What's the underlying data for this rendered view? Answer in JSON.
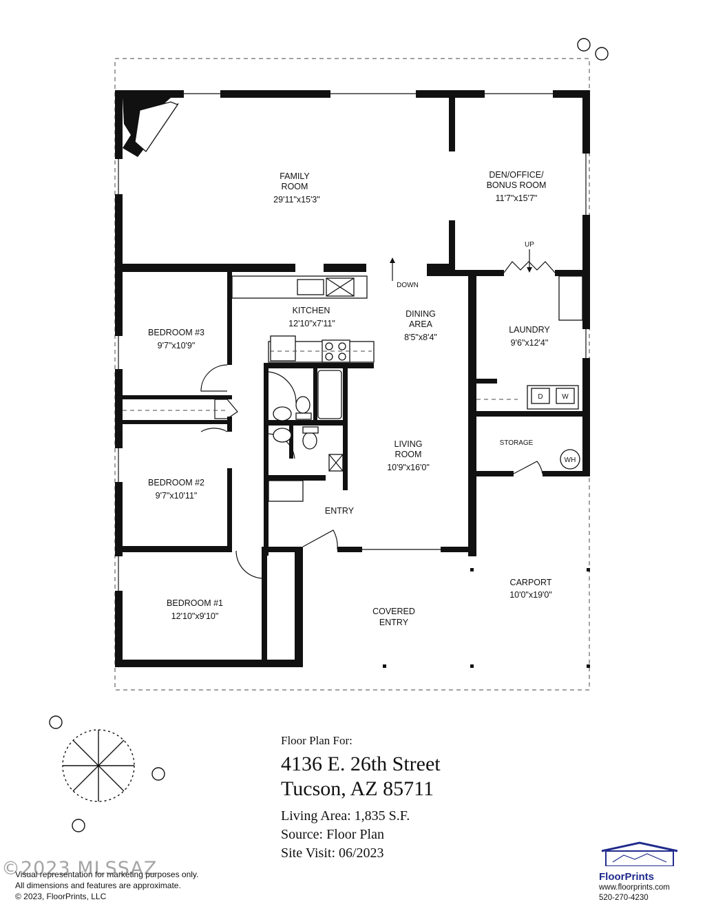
{
  "rooms": {
    "family": {
      "line1": "FAMILY",
      "line2": "ROOM",
      "dims": "29'11\"x15'3\""
    },
    "den": {
      "line1": "DEN/OFFICE/",
      "line2": "BONUS ROOM",
      "dims": "11'7\"x15'7\""
    },
    "kitchen": {
      "line1": "KITCHEN",
      "dims": "12'10\"x7'11\""
    },
    "dining": {
      "line1": "DINING",
      "line2": "AREA",
      "dims": "8'5\"x8'4\""
    },
    "laundry": {
      "line1": "LAUNDRY",
      "dims": "9'6\"x12'4\""
    },
    "bedroom3": {
      "line1": "BEDROOM #3",
      "dims": "9'7\"x10'9\""
    },
    "bedroom2": {
      "line1": "BEDROOM #2",
      "dims": "9'7\"x10'11\""
    },
    "bedroom1": {
      "line1": "BEDROOM #1",
      "dims": "12'10\"x9'10\""
    },
    "living": {
      "line1": "LIVING",
      "line2": "ROOM",
      "dims": "10'9\"x16'0\""
    },
    "storage": {
      "line1": "STORAGE"
    },
    "entry": {
      "line1": "ENTRY"
    },
    "covered_entry": {
      "line1": "COVERED",
      "line2": "ENTRY"
    },
    "carport": {
      "line1": "CARPORT",
      "dims": "10'0\"x19'0\""
    }
  },
  "markers": {
    "up": "UP",
    "down": "DOWN",
    "dryer": "D",
    "washer": "W",
    "water_heater": "WH"
  },
  "info": {
    "intro": "Floor Plan For:",
    "address_line1": "4136 E. 26th Street",
    "address_line2": "Tucson, AZ  85711",
    "living_area": "Living Area:  1,835 S.F.",
    "source": "Source:  Floor Plan",
    "site_visit": "Site Visit:  06/2023"
  },
  "disclaimer": {
    "line1": "Visual representation for marketing purposes only.",
    "line2": "All dimensions and features are approximate.",
    "line3": "© 2023, FloorPrints, LLC"
  },
  "watermark": "©2023 MLSSAZ",
  "logo": {
    "brand": "FloorPrints",
    "website": "www.floorprints.com",
    "phone": "520-270-4230",
    "color": "#1f2a8c"
  }
}
